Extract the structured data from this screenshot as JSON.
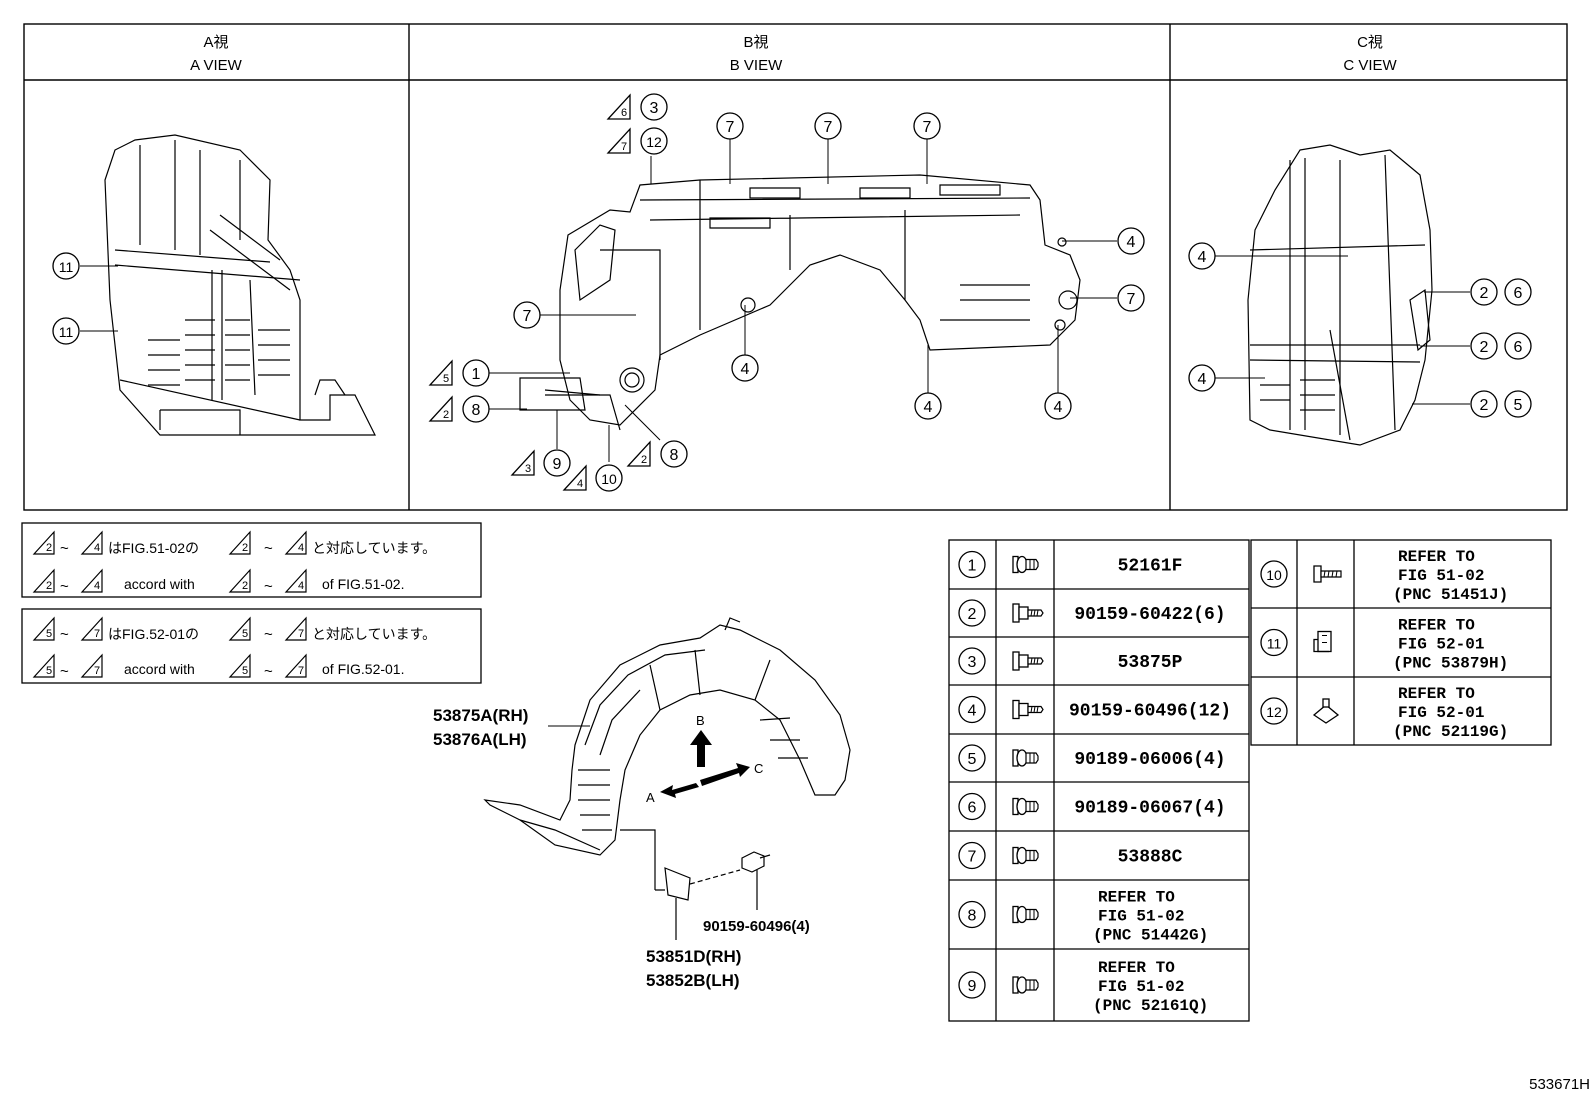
{
  "views": [
    {
      "jp": "A視",
      "en": "A VIEW"
    },
    {
      "jp": "B視",
      "en": "B VIEW"
    },
    {
      "jp": "C視",
      "en": "C VIEW"
    }
  ],
  "callouts": {
    "n1": "1",
    "n2": "2",
    "n3": "3",
    "n4": "4",
    "n5": "5",
    "n6": "6",
    "n7": "7",
    "n8": "8",
    "n9": "9",
    "n10": "10",
    "n11": "11",
    "n12": "12"
  },
  "notes": {
    "tri_2": "2",
    "tri_3": "3",
    "tri_4": "4",
    "tri_5": "5",
    "tri_6": "6",
    "tri_7": "7",
    "tilde": "~",
    "note1_jp_mid": "はFIG.51-02の",
    "note1_jp_end": "と対応しています。",
    "note1_en_mid": "accord with",
    "note1_en_end": "of FIG.51-02.",
    "note2_jp_mid": "はFIG.52-01の",
    "note2_jp_end": "と対応しています。",
    "note2_en_mid": "accord with",
    "note2_en_end": "of FIG.52-01."
  },
  "main_part": {
    "liner_rh": "53875A(RH)",
    "liner_lh": "53876A(LH)",
    "bracket_rh": "53851D(RH)",
    "bracket_lh": "53852B(LH)",
    "bolt": "90159-60496(4)",
    "dir_a": "A",
    "dir_b": "B",
    "dir_c": "C"
  },
  "parts_table": {
    "left": [
      {
        "num": "1",
        "lines": [
          "52161F"
        ],
        "icon": "clip-icon"
      },
      {
        "num": "2",
        "lines": [
          "90159-60422(6)"
        ],
        "icon": "screw-icon"
      },
      {
        "num": "3",
        "lines": [
          "53875P"
        ],
        "icon": "screw-icon"
      },
      {
        "num": "4",
        "lines": [
          "90159-60496(12)"
        ],
        "icon": "screw-icon"
      },
      {
        "num": "5",
        "lines": [
          "90189-06006(4)"
        ],
        "icon": "clip-icon"
      },
      {
        "num": "6",
        "lines": [
          "90189-06067(4)"
        ],
        "icon": "clip-icon"
      },
      {
        "num": "7",
        "lines": [
          "53888C"
        ],
        "icon": "clip-icon"
      },
      {
        "num": "8",
        "lines": [
          "REFER TO",
          "FIG 51-02",
          "(PNC 51442G)"
        ],
        "icon": "clip-icon"
      },
      {
        "num": "9",
        "lines": [
          "REFER TO",
          "FIG 51-02",
          "(PNC 52161Q)"
        ],
        "icon": "clip-icon"
      }
    ],
    "right": [
      {
        "num": "10",
        "lines": [
          "REFER TO",
          "FIG 51-02",
          "(PNC 51451J)"
        ],
        "icon": "bolt-icon"
      },
      {
        "num": "11",
        "lines": [
          "REFER TO",
          "FIG 52-01",
          "(PNC 53879H)"
        ],
        "icon": "retainer-icon"
      },
      {
        "num": "12",
        "lines": [
          "REFER TO",
          "FIG 52-01",
          "(PNC 52119G)"
        ],
        "icon": "nut-clip-icon"
      }
    ]
  },
  "figure_id": "533671H"
}
